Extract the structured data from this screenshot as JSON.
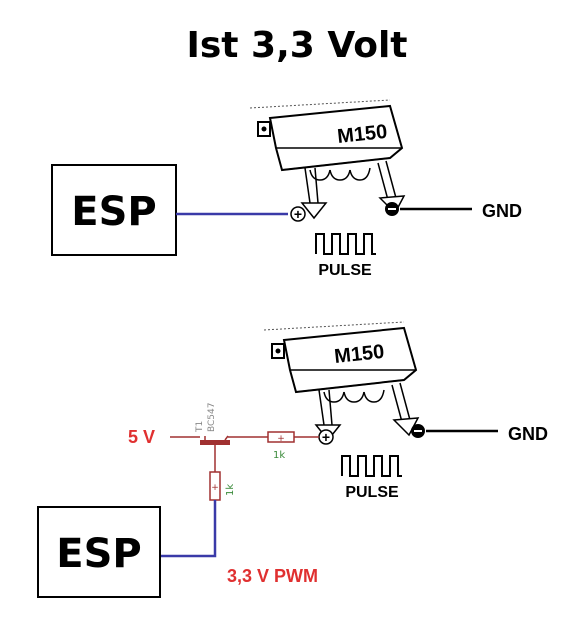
{
  "title": "Ist 3,3 Volt",
  "top": {
    "esp_label": "ESP",
    "module_label": "M150",
    "gnd_label": "GND",
    "pulse_label": "PULSE",
    "plus_sign": "+",
    "minus_sign": "−"
  },
  "bottom": {
    "esp_label": "ESP",
    "module_label": "M150",
    "gnd_label": "GND",
    "pulse_label": "PULSE",
    "plus_sign": "+",
    "minus_sign": "−",
    "supply_label": "5 V",
    "pwm_label": "3,3 V PWM",
    "transistor_name": "T1",
    "transistor_type": "BC547",
    "resistor_horizontal": "1k",
    "resistor_vertical": "1k"
  },
  "colors": {
    "wire_blue": "#3a3aa8",
    "wire_red": "#a03030",
    "label_red": "#e03030"
  }
}
